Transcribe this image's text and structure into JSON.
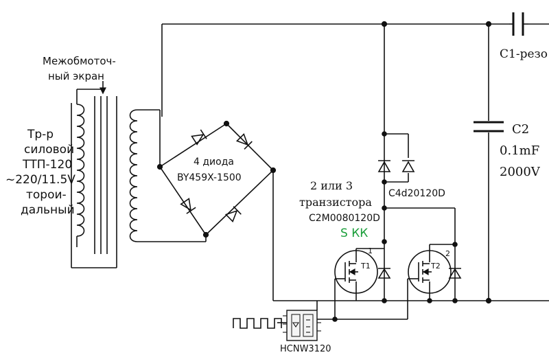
{
  "labels": {
    "screen": "Межобмоточ-",
    "screen2": "ный экран",
    "transformer": [
      "Тр-р",
      "силовой",
      "ТТП-120",
      "~220/11.5V",
      "торои-",
      "дальный"
    ],
    "diodes": "4 диода",
    "diode_part": "BY459X-1500",
    "transistor_count": "2 или 3",
    "transistor_word": "транзистора",
    "transistor_part": "C2M0080120D",
    "sic_diode": "C4d20120D",
    "sk": "S КК",
    "c1": "С1-резо",
    "c2": "С2",
    "c2_value": "0.1mF",
    "c2_voltage": "2000V",
    "t1": "T1",
    "t2": "T2",
    "t1_num": "1",
    "t2_num": "2",
    "driver": "HCNW3120"
  },
  "colors": {
    "accent_green": "#1a9e3a",
    "ink": "#111111"
  }
}
